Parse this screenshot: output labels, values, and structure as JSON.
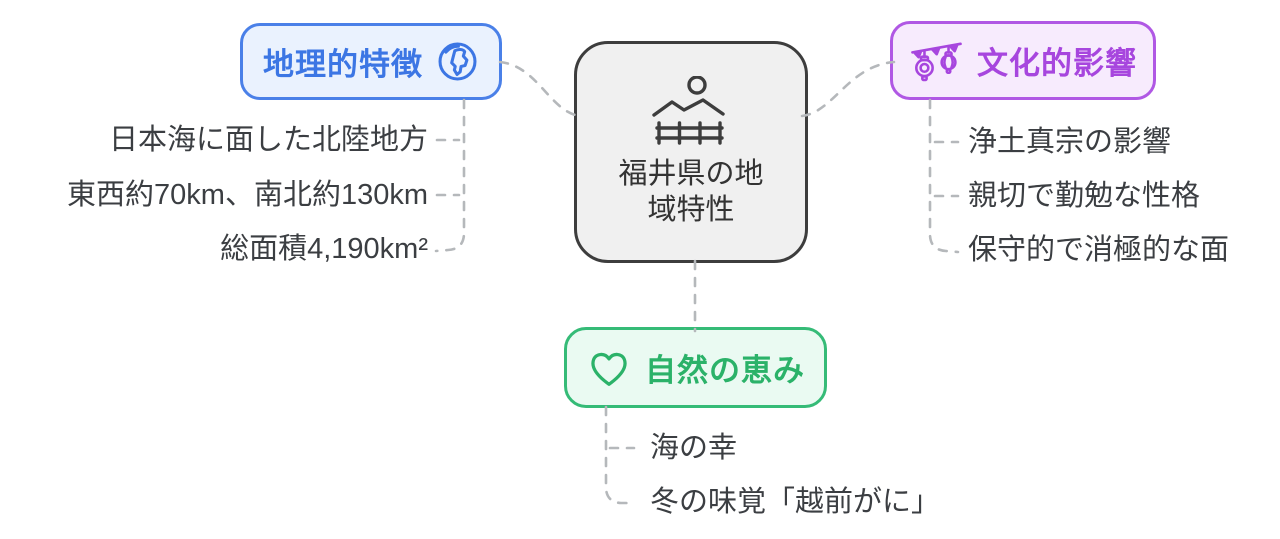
{
  "diagram": {
    "type": "mindmap",
    "background": "#ffffff",
    "connector_color": "#b5b8bb"
  },
  "center": {
    "label": "福井県の地域特性",
    "lines": [
      "福井県の地",
      "域特性"
    ],
    "icon": "mountain-fence-icon",
    "fill": "#f0f0f0",
    "border_color": "#3d3d3d",
    "text_color": "#333333"
  },
  "branches": [
    {
      "id": "geography",
      "label": "地理的特徴",
      "icon": "globe-icon",
      "accent": "#4a80e8",
      "fill": "#eaf2fe",
      "items": [
        "日本海に面した北陸地方",
        "東西約70km、南北約130km",
        "総面積4,190km²"
      ]
    },
    {
      "id": "culture",
      "label": "文化的影響",
      "icon": "lanterns-icon",
      "accent": "#b058e4",
      "fill": "#f7ebfd",
      "items": [
        "浄土真宗の影響",
        "親切で勤勉な性格",
        "保守的で消極的な面"
      ]
    },
    {
      "id": "nature",
      "label": "自然の恵み",
      "icon": "heart-icon",
      "accent": "#35bb77",
      "fill": "#eafaf2",
      "items": [
        "海の幸",
        "冬の味覚「越前がに」"
      ]
    }
  ]
}
